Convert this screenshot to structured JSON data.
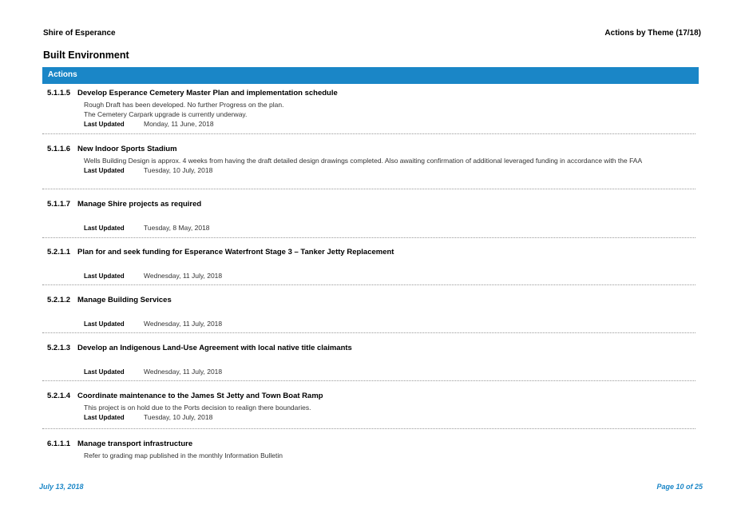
{
  "header": {
    "organisation": "Shire of Esperance",
    "report_title": "Actions by Theme  (17/18)"
  },
  "section_title": "Built Environment",
  "actions_heading": "Actions",
  "last_updated_label": "Last Updated",
  "entries": [
    {
      "code": "5.1.1.5",
      "title": "Develop Esperance Cemetery Master Plan and implementation schedule",
      "desc": [
        "Rough Draft has been developed. No further Progress on the plan.",
        "The Cemetery Carpark upgrade is currently underway."
      ],
      "updated": "Monday, 11 June, 2018"
    },
    {
      "code": "5.1.1.6",
      "title": "New Indoor Sports Stadium",
      "desc": [
        "Wells Building Design is approx. 4 weeks from having the draft detailed design drawings completed. Also awaiting confirmation of additional leveraged funding in accordance with the FAA"
      ],
      "updated": "Tuesday, 10 July, 2018"
    },
    {
      "code": "5.1.1.7",
      "title": "Manage Shire projects as required",
      "desc": [],
      "updated": "Tuesday, 8 May, 2018"
    },
    {
      "code": "5.2.1.1",
      "title": "Plan for and seek funding for  Esperance Waterfront Stage 3 – Tanker Jetty Replacement",
      "desc": [],
      "updated": "Wednesday, 11 July, 2018"
    },
    {
      "code": "5.2.1.2",
      "title": "Manage Building Services",
      "desc": [],
      "updated": "Wednesday, 11 July, 2018"
    },
    {
      "code": "5.2.1.3",
      "title": "Develop an Indigenous Land-Use Agreement with local native title claimants",
      "desc": [],
      "updated": "Wednesday, 11 July, 2018"
    },
    {
      "code": "5.2.1.4",
      "title": "Coordinate maintenance to the James St Jetty and Town Boat Ramp",
      "desc": [
        "This project is on hold due to the  Ports decision to realign there boundaries."
      ],
      "updated": "Tuesday, 10 July, 2018"
    },
    {
      "code": "6.1.1.1",
      "title": "Manage transport infrastructure",
      "desc": [
        "Refer to grading map published in the monthly Information Bulletin"
      ],
      "updated": ""
    }
  ],
  "footer": {
    "date": "July 13, 2018",
    "page": "Page 10 of 25"
  },
  "colors": {
    "accent": "#1a86c7"
  }
}
